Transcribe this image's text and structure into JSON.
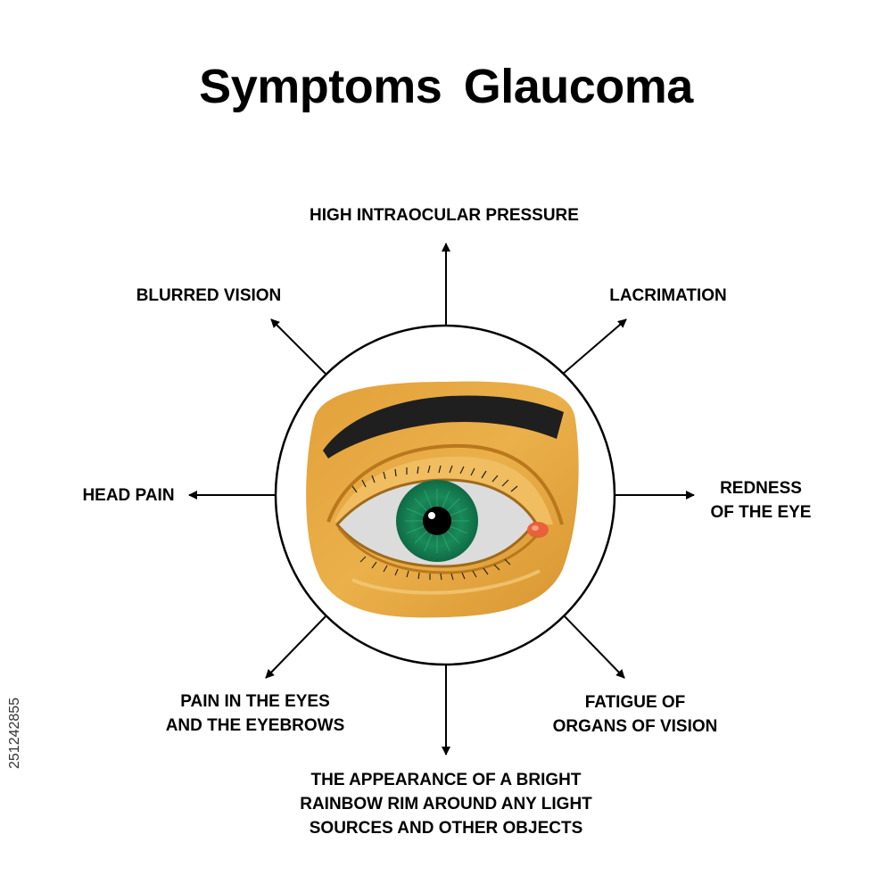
{
  "title": "Symptoms  Glaucoma",
  "colors": {
    "skin": "#e8a83e",
    "skin_light": "#f2c26a",
    "skin_dark": "#b9781c",
    "eyebrow": "#1f1f1f",
    "iris": "#1a8a5a",
    "sclera": "#d9d9d9",
    "caruncle": "#e8613a",
    "circle_stroke": "#000000",
    "arrow": "#000000"
  },
  "icons": [
    "eye-illustration-icon",
    "arrow-icon"
  ],
  "symptoms": {
    "top": "HIGH INTRAOCULAR PRESSURE",
    "top_right": "LACRIMATION",
    "right": [
      "REDNESS",
      "OF THE EYE"
    ],
    "bottom_right": [
      "FATIGUE OF",
      "ORGANS OF VISION"
    ],
    "bottom": [
      "THE APPEARANCE OF A BRIGHT",
      "RAINBOW RIM AROUND ANY LIGHT",
      "SOURCES AND OTHER OBJECTS"
    ],
    "bottom_left": [
      "PAIN IN THE EYES",
      "AND THE EYEBROWS"
    ],
    "left": "HEAD PAIN",
    "top_left": "BLURRED VISION"
  },
  "watermark_id": "251242855"
}
